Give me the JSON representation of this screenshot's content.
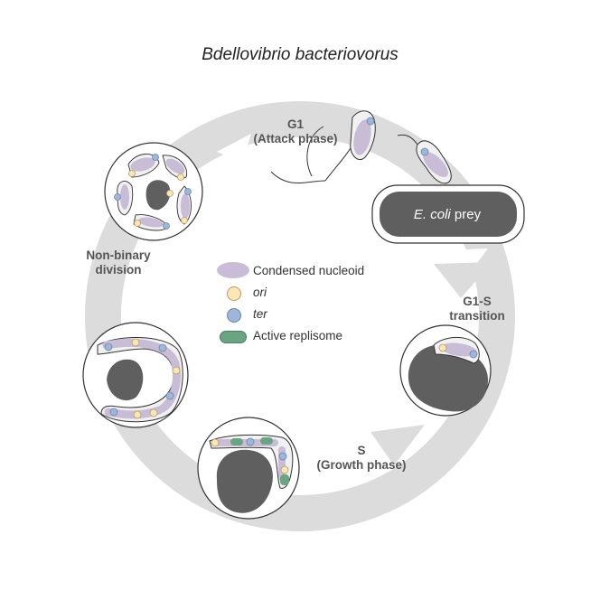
{
  "title": "Bdellovibrio bacteriovorus",
  "phases": {
    "g1": [
      "G1",
      "(Attack phase)"
    ],
    "g1s": [
      "G1-S",
      "transition"
    ],
    "s": [
      "S",
      "(Growth phase)"
    ],
    "division": [
      "Non-binary",
      "division"
    ]
  },
  "prey": {
    "species": "E. coli",
    "word": "prey"
  },
  "legend": {
    "nucleoid": "Condensed nucleoid",
    "ori": "ori",
    "ter": "ter",
    "replisome": "Active replisome"
  },
  "colors": {
    "nucleoid": "#c9bcd6",
    "ori": "#fbe7b3",
    "ter": "#9db6da",
    "replisome": "#6aa583",
    "prey": "#5f5f5f",
    "cycle_arrow": "#dcdcdc"
  }
}
